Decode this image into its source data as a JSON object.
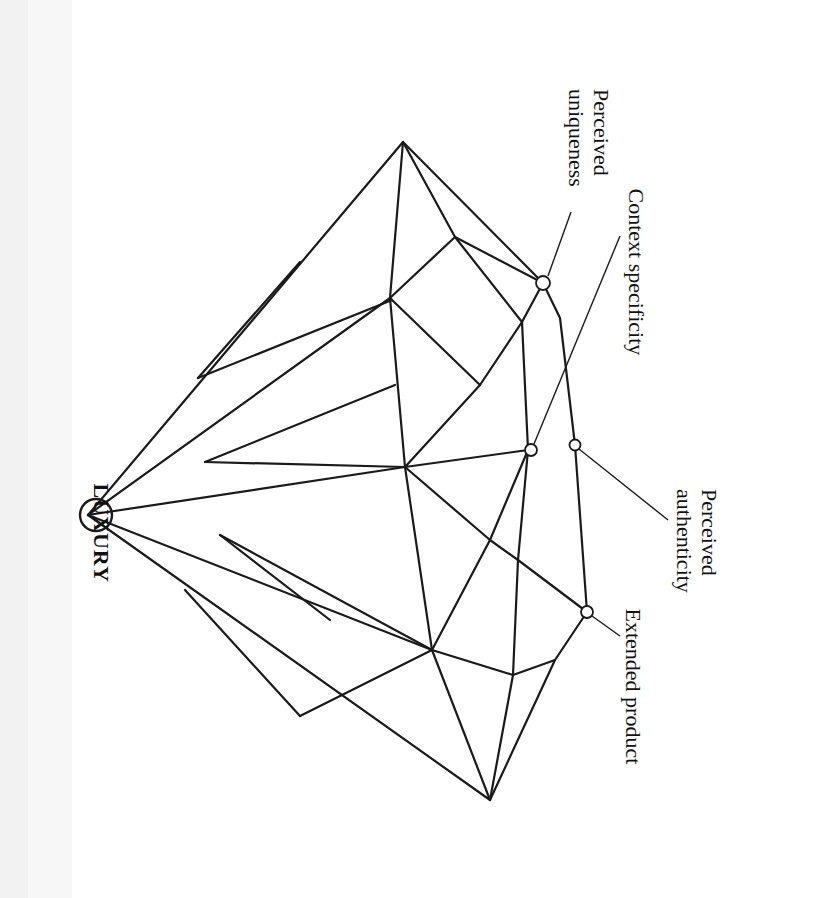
{
  "diagram": {
    "labels": [
      "Perceived uniqueness",
      "Context specificity",
      "Perceived authenticity",
      "Extended product",
      "LUXURY"
    ]
  }
}
